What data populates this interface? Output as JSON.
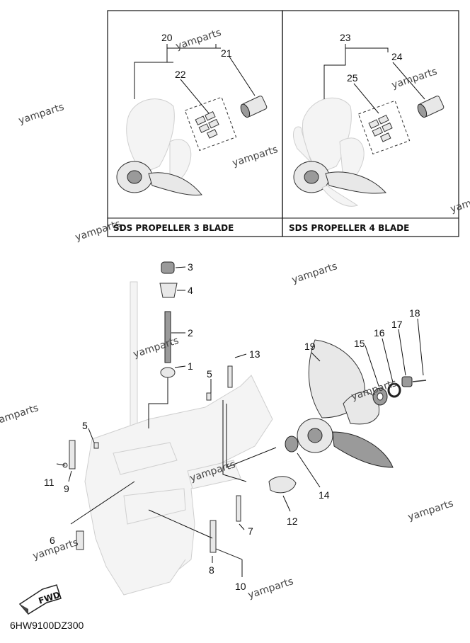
{
  "diagram": {
    "code": "6HW9100DZ300",
    "panels": [
      {
        "caption": "SDS PROPELLER 3 BLADE"
      },
      {
        "caption": "SDS PROPELLER 4 BLADE"
      }
    ],
    "fwd_label": "FWD",
    "watermark": "yamparts",
    "callouts": [
      "1",
      "2",
      "3",
      "4",
      "5",
      "5",
      "6",
      "7",
      "8",
      "9",
      "10",
      "11",
      "12",
      "13",
      "14",
      "15",
      "16",
      "17",
      "18",
      "19",
      "20",
      "21",
      "22",
      "23",
      "24",
      "25"
    ]
  }
}
